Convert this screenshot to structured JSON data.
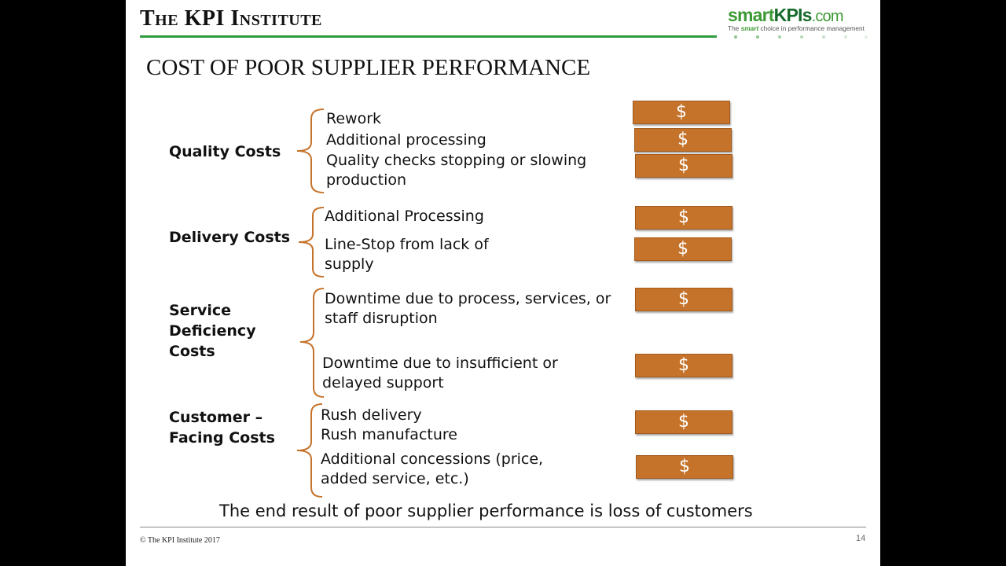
{
  "header": {
    "brand": "The KPI Institute",
    "logo_smart": "smart",
    "logo_kpis": "KPIs",
    "logo_com": ".com",
    "tagline_pre": "The ",
    "tagline_smart": "smart",
    "tagline_post": " choice in performance management",
    "accent_color": "#2e9d3f"
  },
  "slide": {
    "title": "COST OF POOR SUPPLIER PERFORMANCE",
    "cost_symbol": "$",
    "cost_box_color": "#c5732a",
    "groups": [
      {
        "name_lines": [
          "Quality Costs"
        ],
        "items": [
          "Rework",
          "Additional processing",
          "Quality checks stopping or slowing",
          "production"
        ]
      },
      {
        "name_lines": [
          "Delivery Costs"
        ],
        "items": [
          "Additional Processing",
          "Line-Stop from lack of",
          "supply"
        ]
      },
      {
        "name_lines": [
          "Service",
          "Deficiency",
          "Costs"
        ],
        "items": [
          "Downtime due to process, services, or",
          "staff disruption",
          "Downtime due to insufficient or",
          "delayed support"
        ]
      },
      {
        "name_lines": [
          "Customer –",
          "Facing Costs"
        ],
        "items": [
          "Rush delivery",
          "Rush manufacture",
          "Additional concessions (price,",
          "added service, etc.)"
        ]
      }
    ],
    "conclusion": "The end result of poor supplier performance is loss of customers"
  },
  "footer": {
    "copyright": "© The KPI Institute 2017",
    "page_number": "14"
  }
}
